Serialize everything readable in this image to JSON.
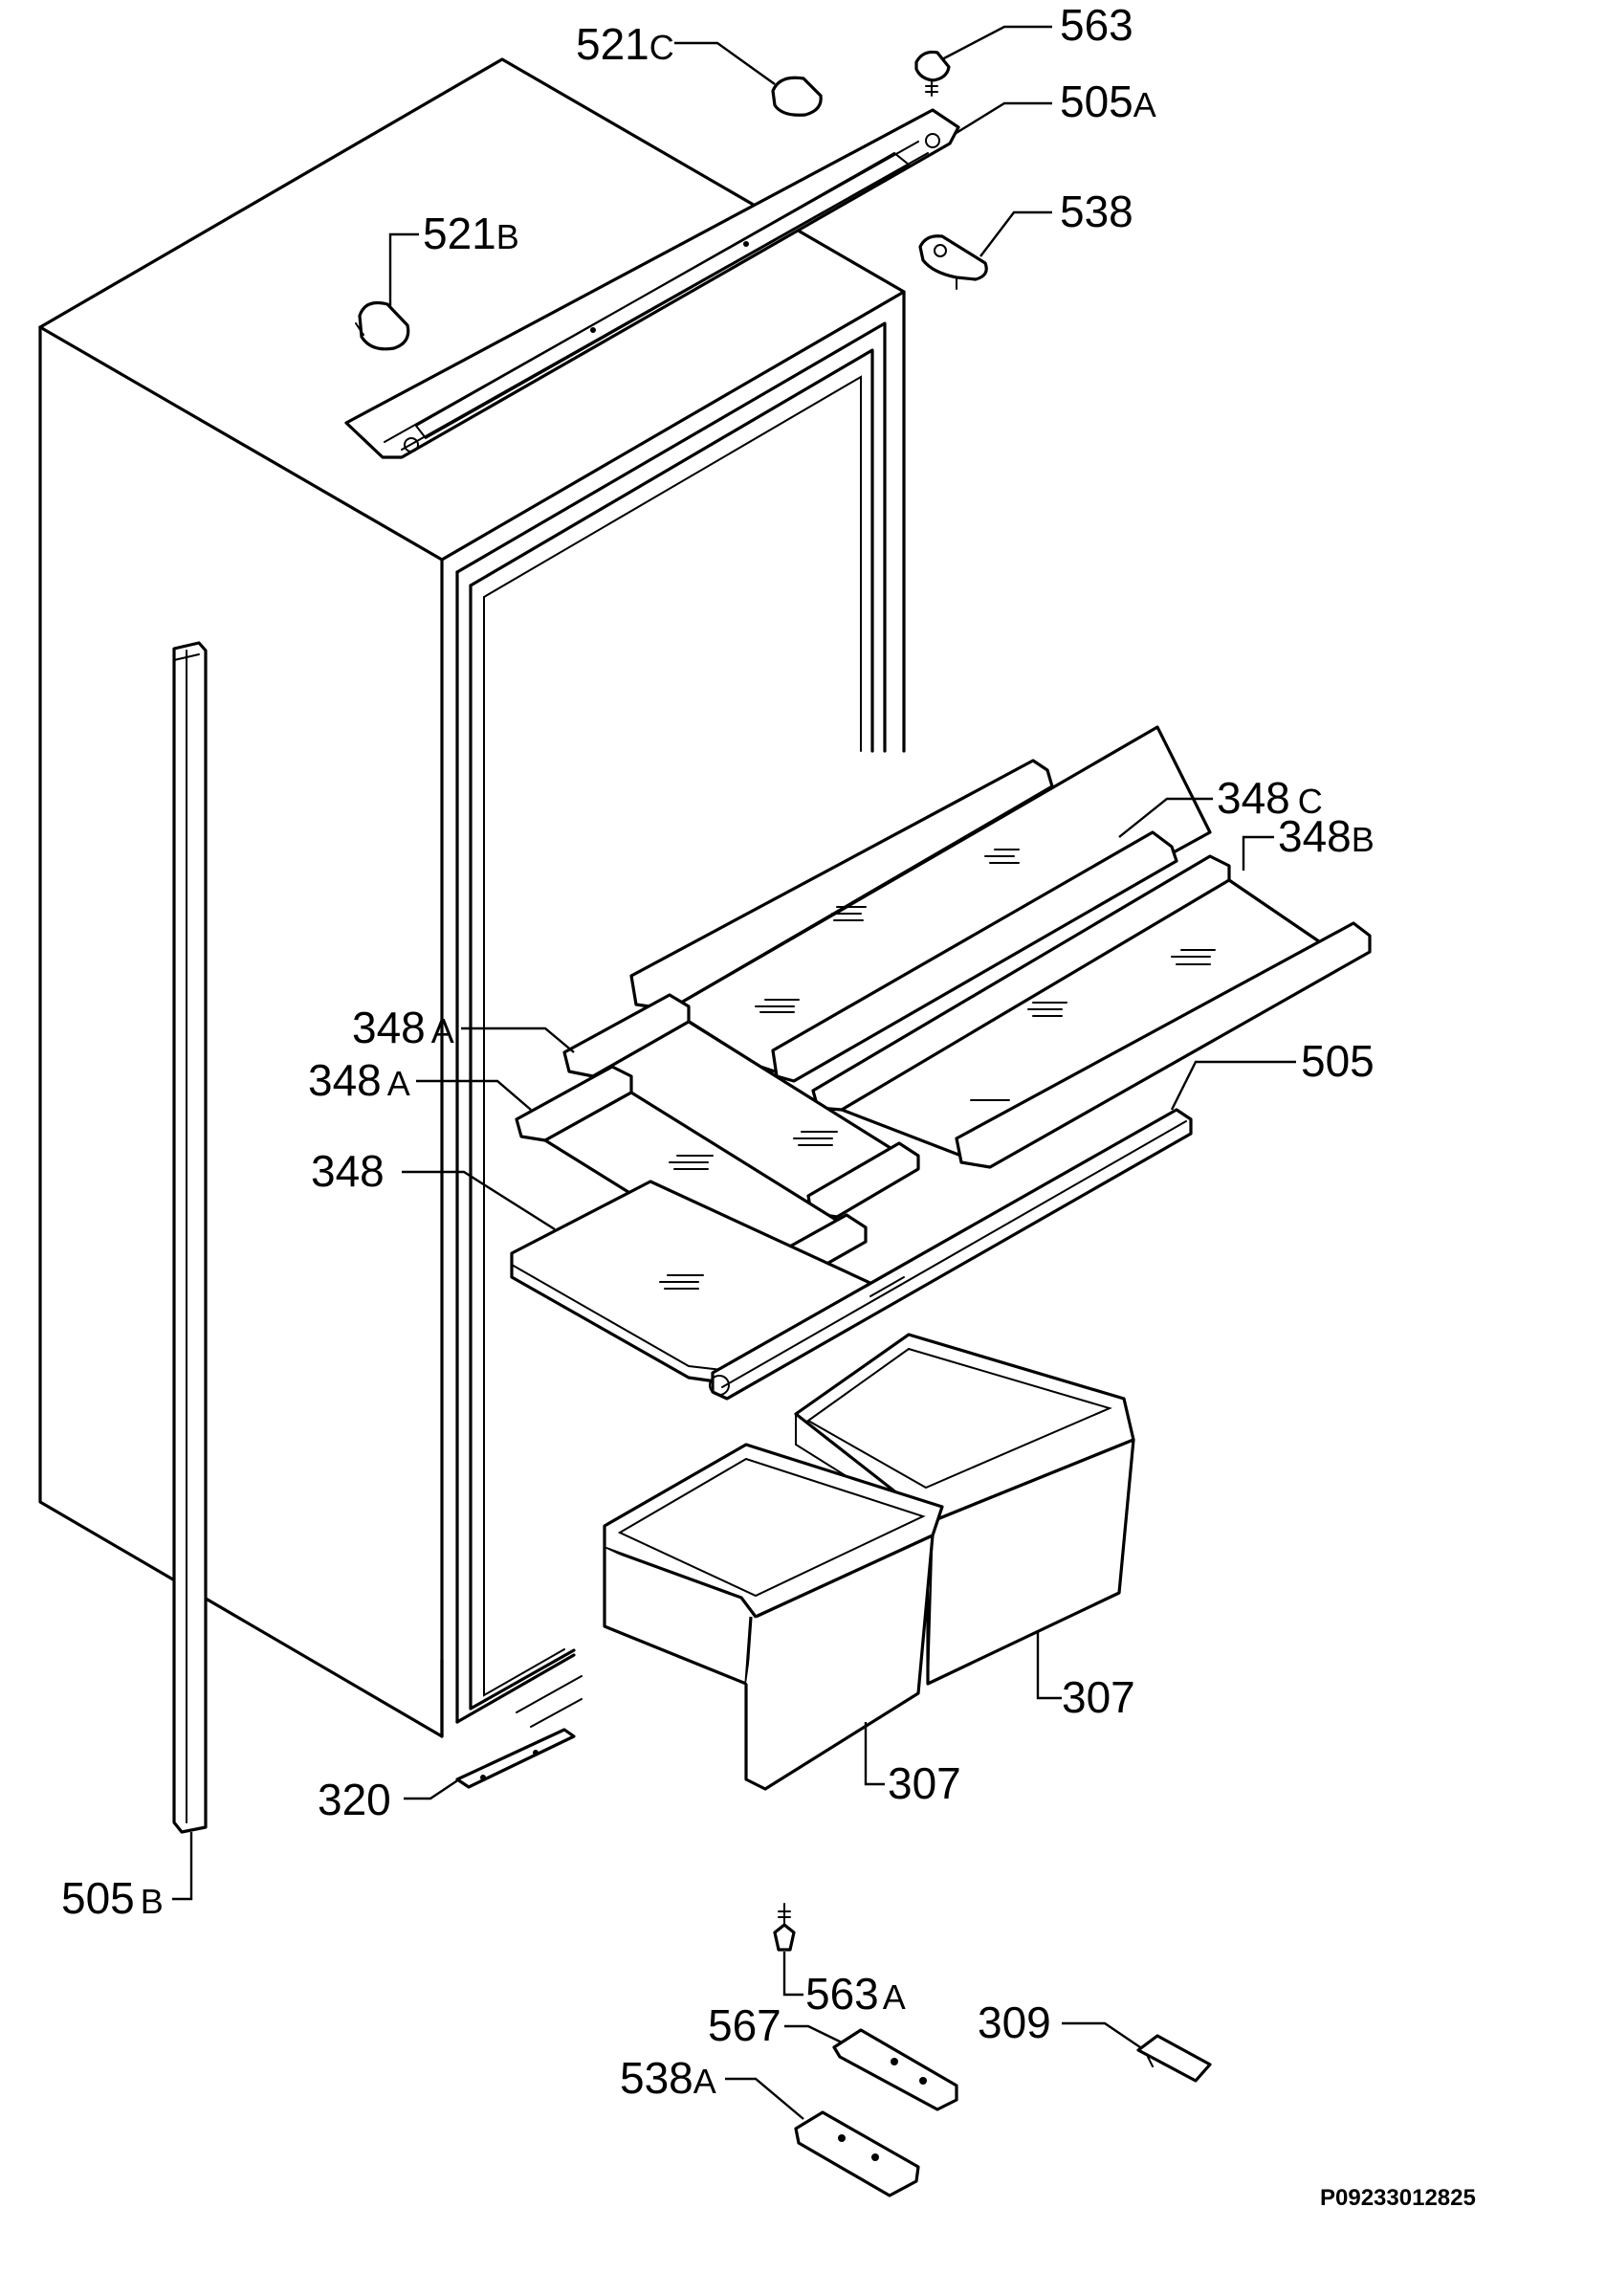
{
  "drawing_code": "P09233012825",
  "labels": {
    "l521c": {
      "num": "521",
      "sfx": "C"
    },
    "l563": {
      "num": "563",
      "sfx": ""
    },
    "l505a": {
      "num": "505",
      "sfx": "A"
    },
    "l521b": {
      "num": "521",
      "sfx": "B"
    },
    "l538": {
      "num": "538",
      "sfx": ""
    },
    "l348c": {
      "num": "348",
      "sfx": "C"
    },
    "l348b": {
      "num": "348",
      "sfx": "B"
    },
    "l348a1": {
      "num": "348",
      "sfx": "A"
    },
    "l348a2": {
      "num": "348",
      "sfx": "A"
    },
    "l505": {
      "num": "505",
      "sfx": ""
    },
    "l348": {
      "num": "348",
      "sfx": ""
    },
    "l307a": {
      "num": "307",
      "sfx": ""
    },
    "l307b": {
      "num": "307",
      "sfx": ""
    },
    "l320": {
      "num": "320",
      "sfx": ""
    },
    "l505b": {
      "num": "505",
      "sfx": "B"
    },
    "l563a": {
      "num": "563",
      "sfx": "A"
    },
    "l567": {
      "num": "567",
      "sfx": ""
    },
    "l309": {
      "num": "309",
      "sfx": ""
    },
    "l538a": {
      "num": "538",
      "sfx": "A"
    }
  }
}
